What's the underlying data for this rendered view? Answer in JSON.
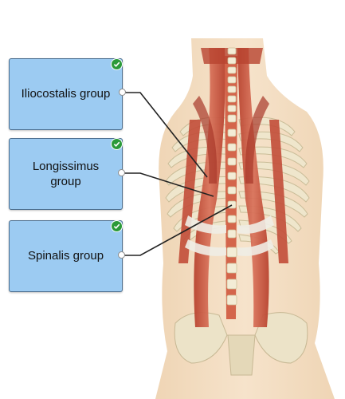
{
  "labels": [
    {
      "id": "iliocostalis",
      "text": "Iliocostalis group",
      "status": "correct"
    },
    {
      "id": "longissimus",
      "text": "Longissimus group",
      "status": "correct"
    },
    {
      "id": "spinalis",
      "text": "Spinalis group",
      "status": "correct"
    }
  ],
  "colors": {
    "label_fill": "#9ccbf2",
    "label_border": "#4d6f8f",
    "check": "#2b9a3a",
    "leader_line": "#222222",
    "skin": "#f2dcc0",
    "bone": "#ece3c8",
    "muscle": "#c9553d"
  },
  "icons": {
    "status": "check-circle-icon"
  }
}
